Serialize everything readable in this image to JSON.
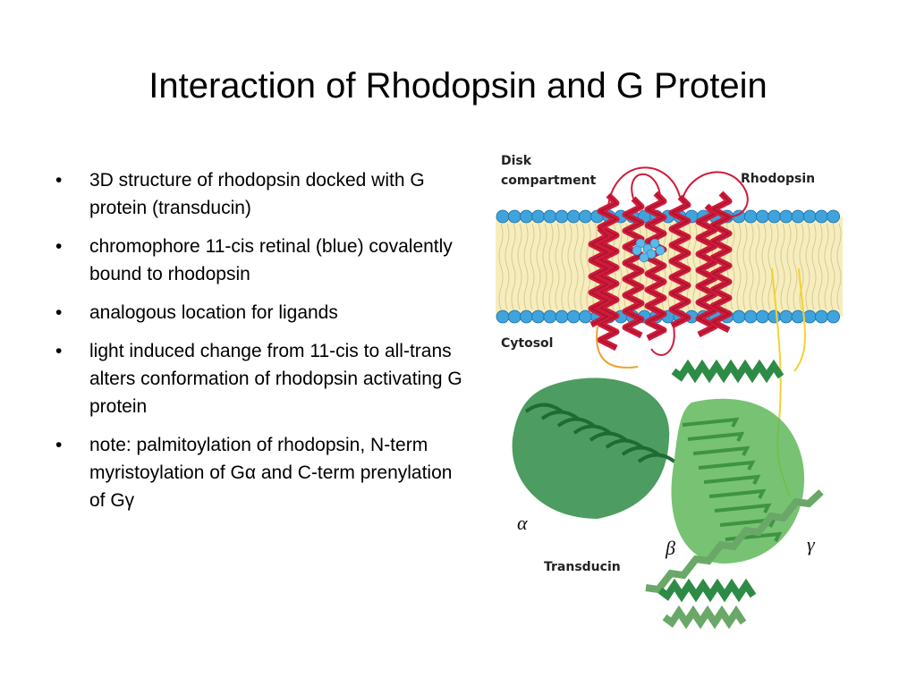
{
  "slide": {
    "title": "Interaction of Rhodopsin and G Protein",
    "bullet_symbol": "•",
    "bullets": [
      "3D structure of rhodopsin docked with G protein (transducin)",
      "chromophore 11-cis retinal (blue) covalently bound to rhodopsin",
      "analogous location for ligands",
      "light induced change from 11-cis to all-trans alters conformation of rhodopsin activating G protein",
      "note: palmitoylation of rhodopsin, N-term myristoylation of Gα and C-term prenylation of Gγ"
    ]
  },
  "figure": {
    "label_disk_line1": "Disk",
    "label_disk_line2": "compartment",
    "label_rhodopsin": "Rhodopsin",
    "label_cytosol": "Cytosol",
    "label_transducin": "Transducin",
    "label_alpha": "α",
    "label_beta": "β",
    "label_gamma": "γ",
    "colors": {
      "membrane_head": "#3fa3dc",
      "membrane_core": "#f6edbf",
      "helix": "#d01a3a",
      "loop": "#d01a3a",
      "retinal": "#5bb8ea",
      "g_alpha": "#2e8b45",
      "g_beta": "#5fb85a",
      "g_gamma": "#6aa868",
      "lipid_anchor_yellow": "#f2d230",
      "lipid_anchor_orange": "#f0a030"
    }
  }
}
